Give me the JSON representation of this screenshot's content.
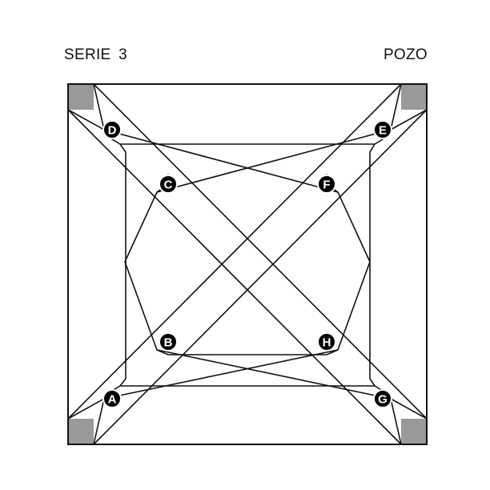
{
  "header": {
    "left": "SERIE 3",
    "right": "POZO"
  },
  "colors": {
    "line": "#111111",
    "corner_fill": "#999999",
    "node_fill": "#000000",
    "node_label": "#ffffff"
  },
  "nodes": [
    {
      "id": "A",
      "label": "A"
    },
    {
      "id": "B",
      "label": "B"
    },
    {
      "id": "C",
      "label": "C"
    },
    {
      "id": "D",
      "label": "D"
    },
    {
      "id": "E",
      "label": "E"
    },
    {
      "id": "F",
      "label": "F"
    },
    {
      "id": "G",
      "label": "G"
    },
    {
      "id": "H",
      "label": "H"
    }
  ]
}
